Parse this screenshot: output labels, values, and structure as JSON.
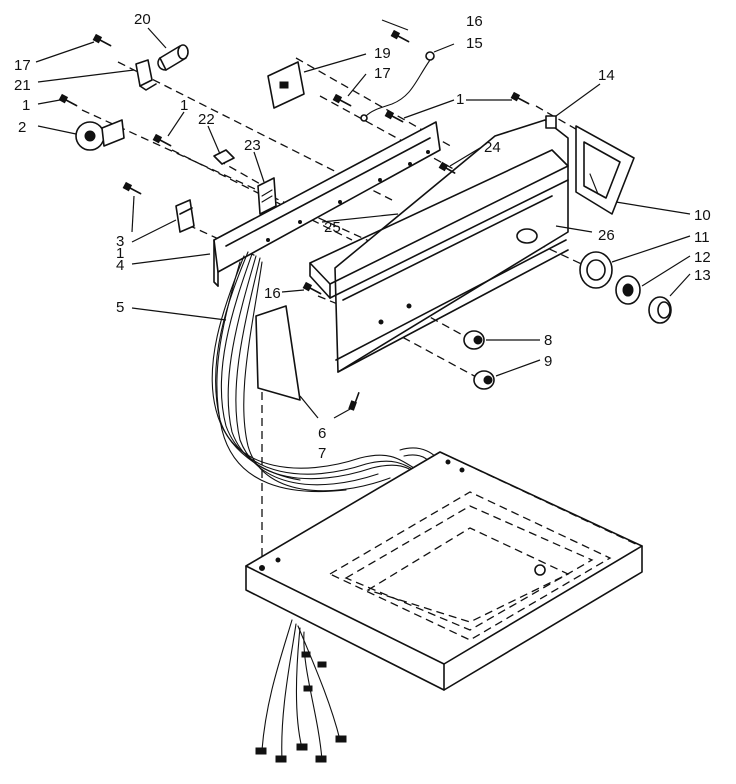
{
  "callouts": [
    "1",
    "2",
    "3",
    "4",
    "5",
    "6",
    "7",
    "8",
    "9",
    "10",
    "11",
    "12",
    "13",
    "14",
    "15",
    "16",
    "17",
    "19",
    "20",
    "21",
    "22",
    "23",
    "24",
    "25",
    "26"
  ],
  "colors": {
    "ink": "#111111",
    "background": "#ffffff"
  }
}
